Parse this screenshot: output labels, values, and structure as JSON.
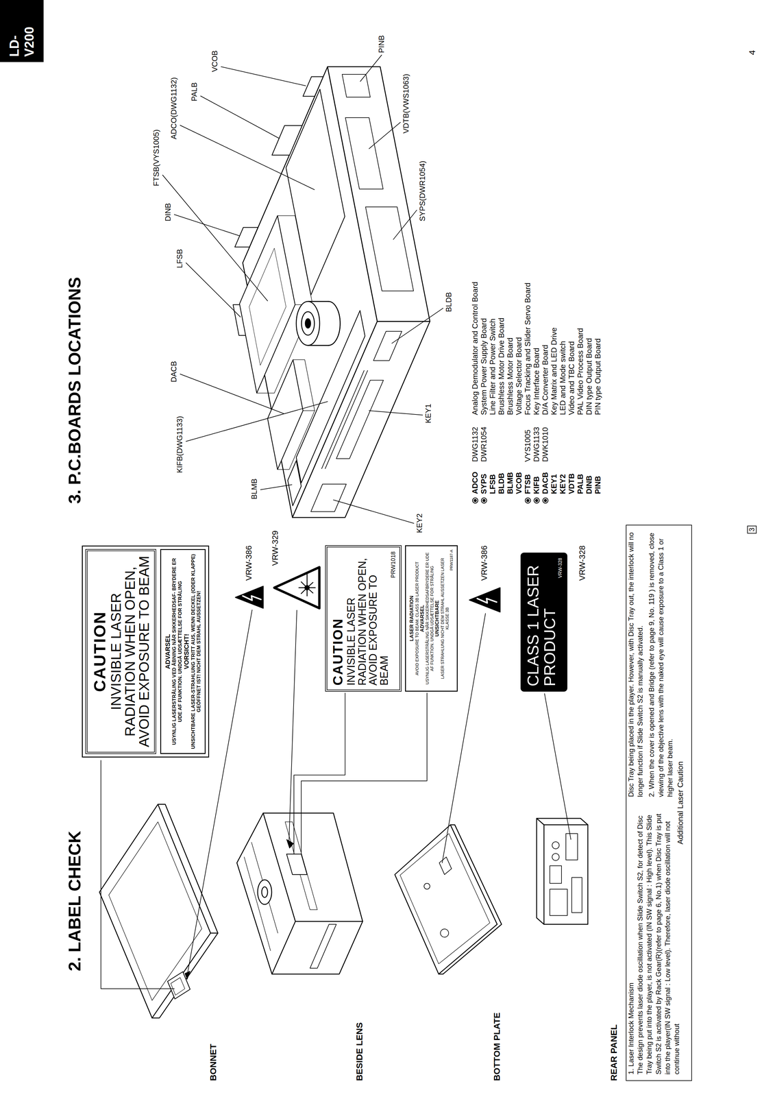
{
  "diagram": {
    "nodes": [
      {
        "text": [
          "LD-V200"
        ]
      },
      {
        "text": [
          "CAUTION",
          "INVISIBLE LASER RADIATION WHEN OPEN, AVOID EXPOSURE TO BEAM"
        ]
      },
      {
        "text": [
          "ADVARSEL",
          "USYNLIG LASERSTRÅLING VED ÅBNING NÅR SIKKERHEDSAF- BRYDERE ER UDE AF FUNKTION. UNDGÅ UDSÆTTELSE FOR STRÅLING",
          "VORSICHT!",
          "UNSICHTBARE LASER-STRAHLUNG TRITT AUS, WENN DECKEL (ODER KLAPPE) GEÖFFNET IST! NICHT DEM STRAHL AUSSETZEN!"
        ]
      },
      {
        "text": [
          "CAUTION",
          "INVISIBLE LASER RADIATION WHEN OPEN, AVOID EXPOSURE TO BEAM",
          "PRW1018"
        ]
      },
      {
        "text": [
          "LASER RADIATION",
          "AVOID EXPOSURE TO BEAM. CLASS 3B LASER PRODUCT",
          "ADVARSEL",
          "USYNLIG LASERSTRÅLING NÅR SIKKERHEDSAFBRYDERE ER UDE AF FUNKTION. UNDGÅ UDSÆTTELSE FOR STRÅLING",
          "UNSICHTBARE",
          "LASER STRAHLUNG NICHT DEM STRAHL AUSSETZEN LASER KLASSE 3B",
          "PRW1187-A"
        ]
      },
      {
        "text": [
          "CLASS 1 LASER PRODUCT",
          "VRW-328"
        ]
      },
      {
        "text": [
          "Additional Laser Caution",
          "1. Laser Interlock Mechanism",
          "The design prevents laser diode oscillation when Slide Switch S2, for detect of Disc Tray being put into the player, is not activated (IN SW signal : High level). This Slide Switch S2 is activated by Rack Gear(R)(refer to page 6, No.1) when Disc Tray is put into the player(IN SW signal : Low level). Therefore, laser diode oscillation will not continue without",
          "Disc Tray being placed in the player. However, with Disc Tray out, the interlock will no longer function if Slide Switch S2 is manually activated.",
          "2. When the cover is opened and Bridge (refer to page 9, No. 119 ) is removed, close viewing of the objective lens with the naked eye will cause exposure to a Class 1 or higher laser beam."
        ]
      }
    ],
    "labels": [
      "2. LABEL CHECK",
      "3. P.C.BOARDS LOCATIONS",
      "BONNET",
      "BESIDE LENS",
      "BOTTOM PLATE",
      "REAR PANEL",
      "VRW-386",
      "VRW-329",
      "VRW-386",
      "VRW-328",
      "LFSB",
      "DINB",
      "FTSB(VYS1005)",
      "ADCO(DWG1132)",
      "PALB",
      "VCOB",
      "PINB",
      "VDTB(VWS1063)",
      "SYPS(DWR1054)",
      "BLDB",
      "KEY1",
      "KEY2",
      "BLMB",
      "KIFB(DWG1133)",
      "DACB",
      "ADCO",
      "DWG1132",
      "Analog Demodulator and Control Board",
      "SYPS",
      "DWR1054",
      "System Power Supply Board",
      "LFSB",
      "Line Filter and Power Switch",
      "BLDB",
      "Brushless Motor Drive Board",
      "BLMB",
      "Brushless Motor Board",
      "VCOB",
      "Voltage Selector Board",
      "FTSB",
      "VYS1005",
      "Focus Tracking and Slider Servo Board",
      "KIFB",
      "DWG1133",
      "Key Interface Board",
      "DACB",
      "DWK1010",
      "D/A Converter Board",
      "KEY1",
      "Key Matrix and LED Drive",
      "KEY2",
      "LED and Mode switch",
      "VDTB",
      "Video and TBC Board",
      "PALB",
      "PAL Video Process Board",
      "DINB",
      "DIN type Output Board",
      "PINB",
      "PIN type Output Board",
      "3",
      "4"
    ]
  }
}
